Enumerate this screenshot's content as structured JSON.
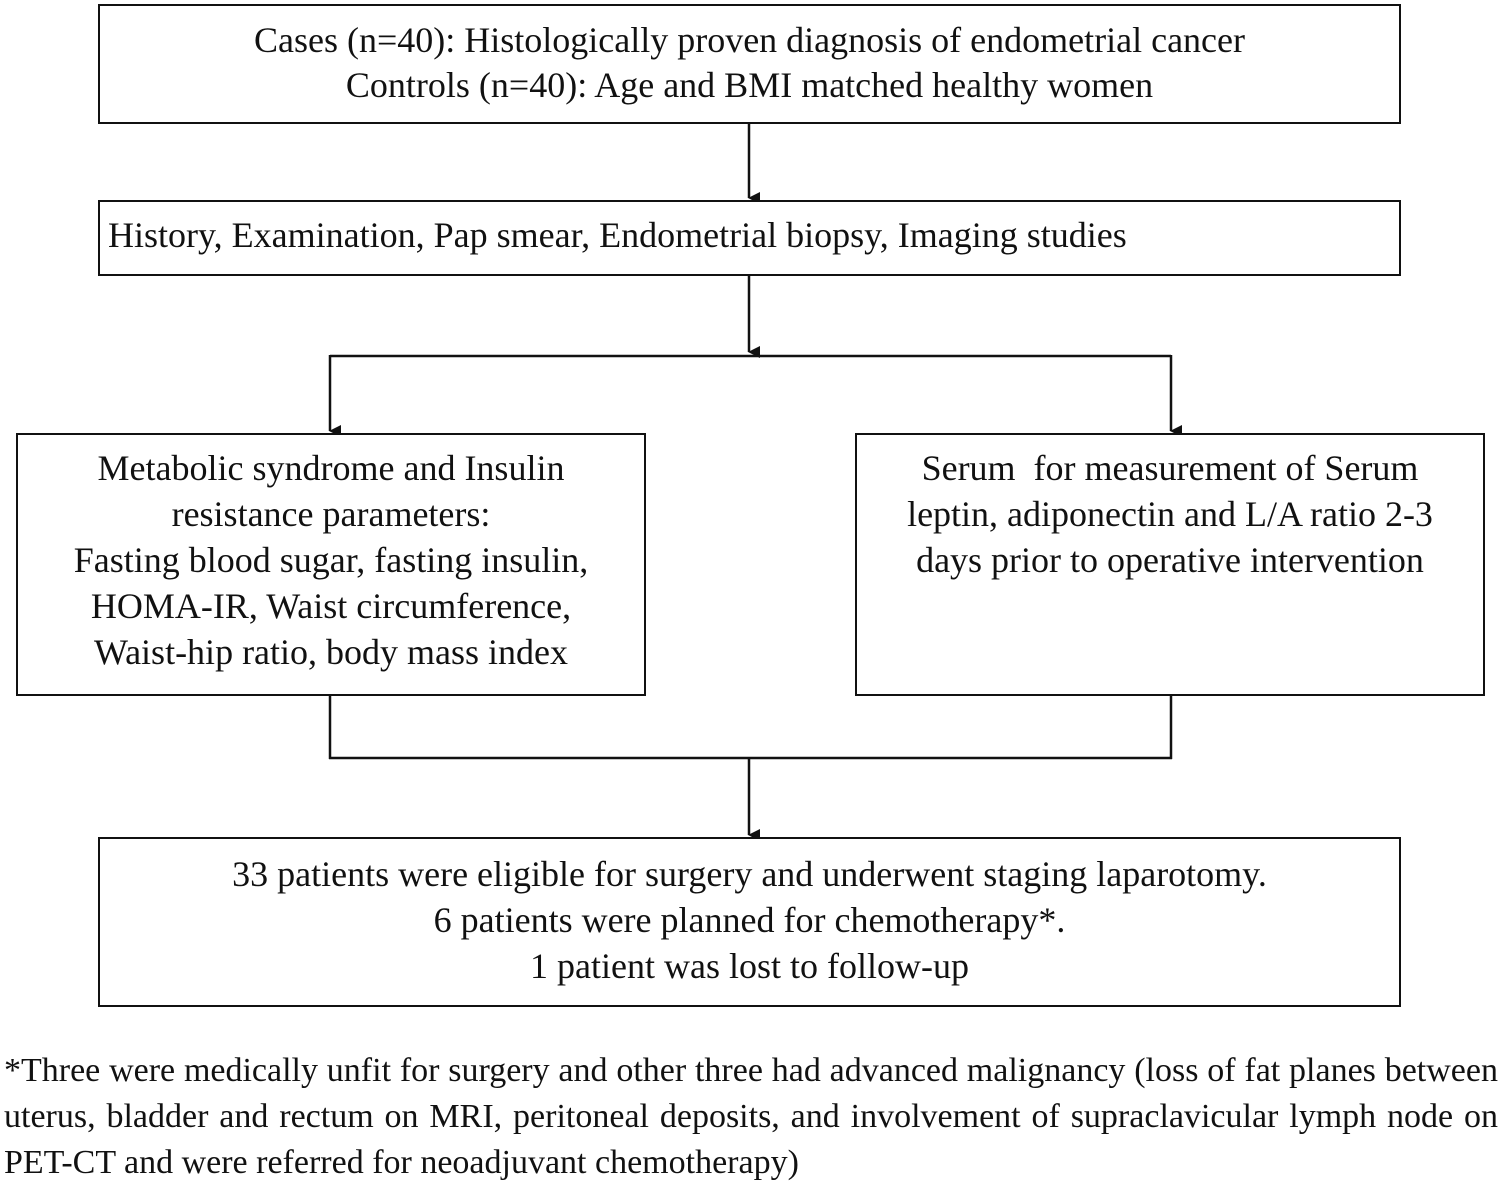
{
  "boxes": {
    "enrollment": {
      "lines": [
        "Cases (n=40): Histologically proven diagnosis of endometrial cancer",
        "Controls (n=40): Age and BMI matched healthy women"
      ]
    },
    "workup": {
      "lines": [
        "History, Examination, Pap smear, Endometrial biopsy, Imaging studies"
      ]
    },
    "metabolic": {
      "lines": [
        "Metabolic syndrome and Insulin",
        "resistance parameters:",
        "Fasting blood sugar, fasting insulin,",
        "HOMA-IR, Waist circumference,",
        "Waist-hip ratio, body mass index"
      ]
    },
    "serum": {
      "lines": [
        "Serum  for measurement of Serum",
        "leptin, adiponectin and L/A ratio 2-3",
        "days prior to operative intervention"
      ]
    },
    "outcome": {
      "lines": [
        "33 patients were eligible for surgery and underwent staging laparotomy.",
        "6 patients were planned for chemotherapy*.",
        "1 patient was lost to follow-up"
      ]
    }
  },
  "footnote": "*Three were medically unfit for surgery and other three had advanced malignancy (loss of fat planes between uterus, bladder and rectum on MRI, peritoneal deposits, and involvement of supraclavicular lymph node on PET-CT and were referred for neoadjuvant chemotherapy)",
  "colors": {
    "stroke": "#111111",
    "background": "#ffffff"
  }
}
